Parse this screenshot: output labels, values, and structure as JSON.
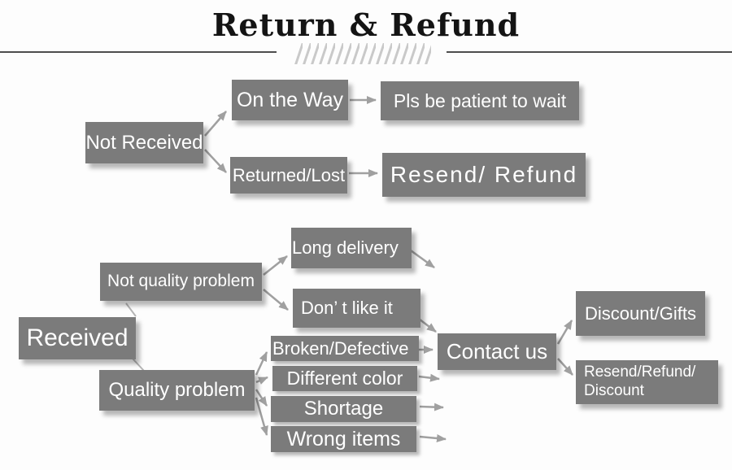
{
  "title": "Return & Refund",
  "colors": {
    "box": "#7b7b7b",
    "box_text": "#ffffff",
    "arrow": "#a0a0a0",
    "connector": "#b5b5b5",
    "rule": "#4d4d4d",
    "hatch": "#c9c9c9",
    "title_text": "#141414"
  },
  "nodes": {
    "not_received": "Not Received",
    "on_the_way": "On the Way",
    "returned_lost": "Returned/Lost",
    "pls_be_patient": "Pls be patient to wait",
    "resend_refund": "Resend/ Refund",
    "received": "Received",
    "not_quality_problem": "Not quality problem",
    "quality_problem": "Quality problem",
    "long_delivery": "Long delivery",
    "dont_like_it": "Don’ t like it",
    "broken_defective": "Broken/Defective",
    "different_color": "Different color",
    "shortage": "Shortage",
    "wrong_items": "Wrong items",
    "contact_us": "Contact us",
    "discount_gifts": "Discount/Gifts",
    "resend_refund_discount_line1": "Resend/Refund/",
    "resend_refund_discount_line2": "Discount"
  }
}
